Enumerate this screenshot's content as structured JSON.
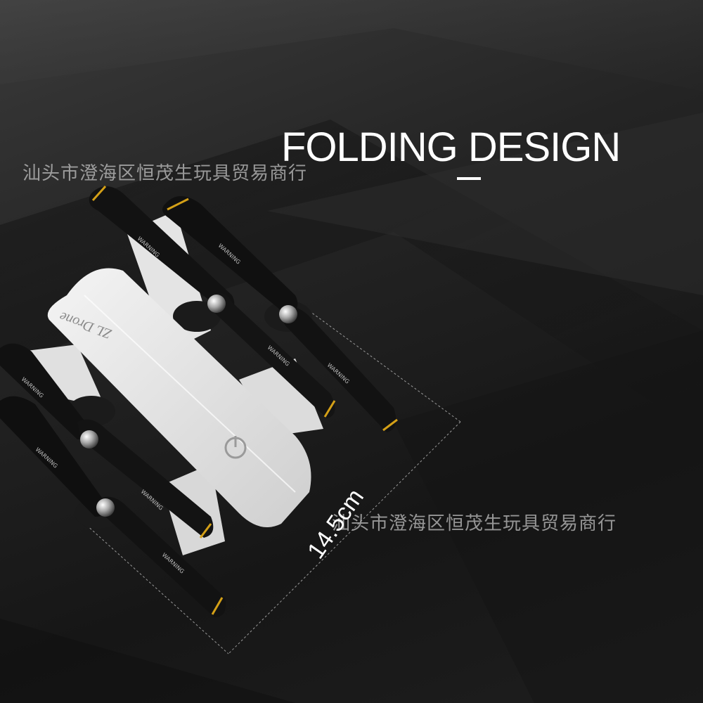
{
  "headline": {
    "text": "FOLDING DESIGN"
  },
  "watermarks": [
    "汕头市澄海区恒茂生玩具贸易商行",
    "汕头市澄海区恒茂生玩具贸易商行"
  ],
  "dimension": {
    "label": "14.5cm"
  },
  "drone": {
    "body_text": "ZL Drone"
  },
  "propeller_warning": "WARNING",
  "colors": {
    "background": "#1e1e1e",
    "drone_body": "#e8e8e8",
    "propeller": "#111111",
    "prop_tip": "#d4a017",
    "text": "#ffffff"
  }
}
